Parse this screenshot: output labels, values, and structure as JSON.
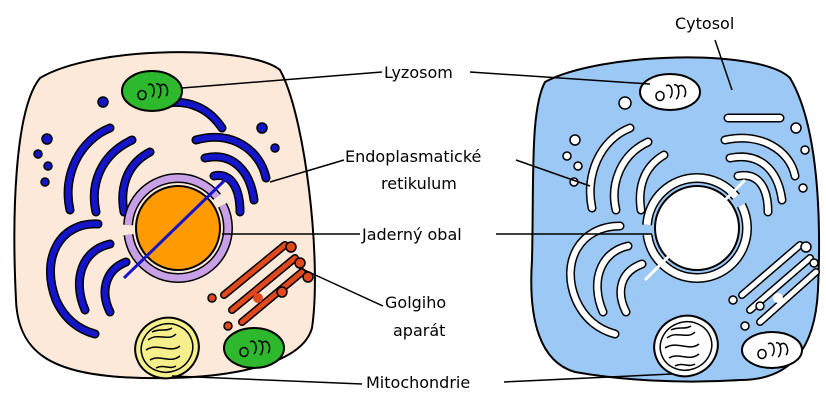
{
  "labels": {
    "cytosol": "Cytosol",
    "lysosome": "Lyzosom",
    "er_line1": "Endoplasmatické",
    "er_line2": "retikulum",
    "nuclear_envelope": "Jaderný obal",
    "golgi_line1": "Golgiho",
    "golgi_line2": "aparát",
    "mitochondria": "Mitochondrie"
  },
  "colors": {
    "left_cytoplasm": "#fde9da",
    "right_cytoplasm": "#9cc8f5",
    "er": "#1414c8",
    "nucleus": "#ff9a00",
    "nuclear_envelope": "#c8a0e6",
    "golgi": "#e0481e",
    "lysosome": "#2eb82e",
    "mitochondrion": "#f5f08c",
    "white": "#ffffff"
  }
}
